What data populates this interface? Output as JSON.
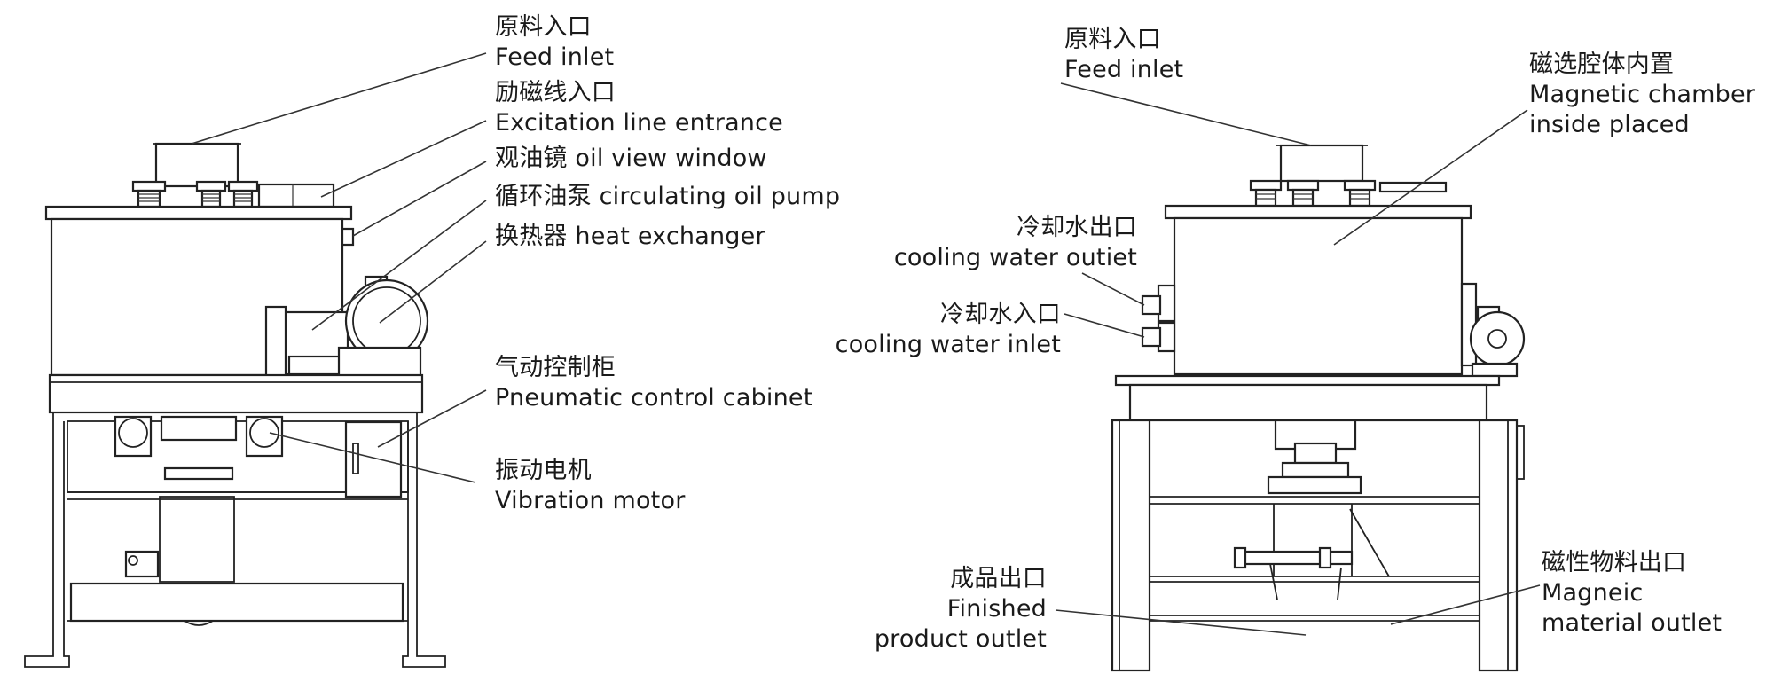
{
  "left_view": {
    "feed_inlet": {
      "cn": "原料入口",
      "en": "Feed inlet"
    },
    "excitation_line_entrance": {
      "cn": "励磁线入口",
      "en": "Excitation line entrance"
    },
    "oil_view_window": {
      "cn": "观油镜",
      "en": "oil view window"
    },
    "circulating_oil_pump": {
      "cn": "循环油泵",
      "en": "circulating oil pump"
    },
    "heat_exchanger": {
      "cn": "换热器",
      "en": "heat exchanger"
    },
    "pneumatic_control_cabinet": {
      "cn": "气动控制柜",
      "en": "Pneumatic control cabinet"
    },
    "vibration_motor": {
      "cn": "振动电机",
      "en": "Vibration motor"
    }
  },
  "right_view": {
    "feed_inlet": {
      "cn": "原料入口",
      "en": "Feed inlet"
    },
    "magnetic_chamber": {
      "cn": "磁选腔体内置",
      "en_1": "Magnetic chamber",
      "en_2": "inside placed"
    },
    "cooling_water_outlet": {
      "cn": "冷却水出口",
      "en": "cooling water outiet"
    },
    "cooling_water_inlet": {
      "cn": "冷却水入口",
      "en": "cooling water inlet"
    },
    "finished_product_outlet": {
      "cn": "成品出口",
      "en_1": "Finished",
      "en_2": "product outlet"
    },
    "magnetic_material_outlet": {
      "cn": "磁性物料出口",
      "en_1": "Magneic",
      "en_2": "material outlet"
    }
  },
  "colors": {
    "line": "#222222",
    "background": "#ffffff"
  }
}
